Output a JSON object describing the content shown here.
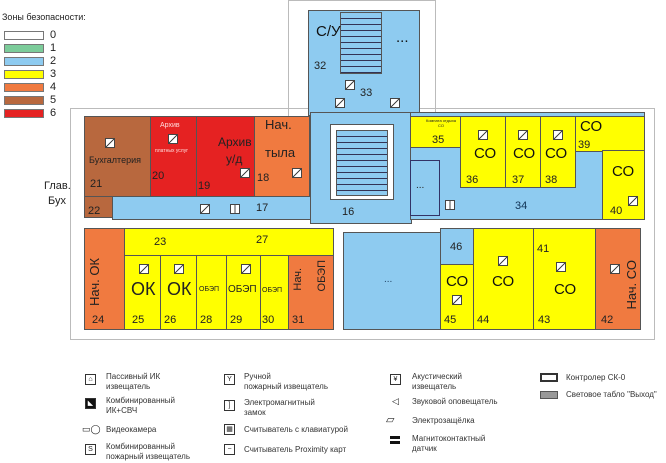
{
  "zones_legend": {
    "title": "Зоны безопасности:",
    "items": [
      {
        "label": "0",
        "color": "#ffffff"
      },
      {
        "label": "1",
        "color": "#7ccc9a"
      },
      {
        "label": "2",
        "color": "#8ecbf0"
      },
      {
        "label": "3",
        "color": "#ffff00"
      },
      {
        "label": "4",
        "color": "#f07a40"
      },
      {
        "label": "5",
        "color": "#b8683e"
      },
      {
        "label": "6",
        "color": "#e52222"
      }
    ]
  },
  "rooms": {
    "r32": {
      "num": "32",
      "name": "С/У"
    },
    "r33": {
      "num": "33"
    },
    "tower_dots": "...",
    "r21": {
      "num": "21",
      "name": "Бухгалтерия"
    },
    "r20": {
      "num": "20",
      "name_top": "Архив",
      "name_small": "платных услуг"
    },
    "r19": {
      "num": "19",
      "name1": "Архив",
      "name2": "у/д"
    },
    "r18": {
      "num": "18",
      "name1": "Нач.",
      "name2": "тыла"
    },
    "r22": {
      "num": "22",
      "name1": "Глав.",
      "name2": "Бух"
    },
    "r17": {
      "num": "17"
    },
    "r16": {
      "num": "16"
    },
    "r35": {
      "num": "35",
      "name": "Комната отдыха СО"
    },
    "r36": {
      "num": "36",
      "name": "СО"
    },
    "r37": {
      "num": "37",
      "name": "СО"
    },
    "r38": {
      "num": "38",
      "name": "СО"
    },
    "r39": {
      "num": "39",
      "name": "СО"
    },
    "r40": {
      "num": "40",
      "name": "СО"
    },
    "r34": {
      "num": "34"
    },
    "mid_dots": "...",
    "r24": {
      "num": "24",
      "name": "Нач. ОК"
    },
    "r23": {
      "num": "23"
    },
    "r27": {
      "num": "27"
    },
    "r25": {
      "num": "25",
      "name": "ОК"
    },
    "r26": {
      "num": "26",
      "name": "ОК"
    },
    "r28": {
      "num": "28",
      "name": "ОБЭП"
    },
    "r29": {
      "num": "29",
      "name": "ОБЭП"
    },
    "r30": {
      "num": "30",
      "name": "ОБЭП"
    },
    "r31": {
      "num": "31",
      "name1": "Нач.",
      "name2": "ОБЭП"
    },
    "big_dots": "...",
    "r46": {
      "num": "46"
    },
    "r45": {
      "num": "45",
      "name": "СО"
    },
    "r44": {
      "num": "44",
      "name": "СО"
    },
    "r43": {
      "num": "43",
      "name": "СО"
    },
    "r41": {
      "num": "41"
    },
    "r42": {
      "num": "42",
      "name": "Нач. СО"
    }
  },
  "legend": [
    {
      "icon": "passive-ir-icon",
      "glyph": "⌂",
      "label1": "Пассивный ИК",
      "label2": "извещатель"
    },
    {
      "icon": "combined-ir-microwave-icon",
      "glyph": "◣",
      "label1": "Комбинированный",
      "label2": "ИК+СВЧ"
    },
    {
      "icon": "camera-icon",
      "glyph": "▭◯",
      "label1": "Видеокамера",
      "label2": ""
    },
    {
      "icon": "combined-fire-detector-icon",
      "glyph": "S",
      "label1": "Комбинированный",
      "label2": "пожарный извещатель"
    },
    {
      "icon": "manual-fire-alarm-icon",
      "glyph": "Y",
      "label1": "Ручной",
      "label2": "пожарный извещатель"
    },
    {
      "icon": "electromagnetic-lock-icon",
      "glyph": "]",
      "label1": "Электромагнитный",
      "label2": "замок"
    },
    {
      "icon": "keypad-reader-icon",
      "glyph": "▦",
      "label1": "Считыватель с клавиатурой",
      "label2": ""
    },
    {
      "icon": "proximity-reader-icon",
      "glyph": "−",
      "label1": "Считыватель Proximity карт",
      "label2": ""
    },
    {
      "icon": "acoustic-detector-icon",
      "glyph": "¥",
      "label1": "Акустический",
      "label2": "извещатель"
    },
    {
      "icon": "siren-icon",
      "glyph": "◁",
      "label1": "Звуковой оповещатель",
      "label2": ""
    },
    {
      "icon": "electric-latch-icon",
      "glyph": "▱",
      "label1": "Электрозащёлка",
      "label2": ""
    },
    {
      "icon": "magnetic-contact-icon",
      "glyph": "▬",
      "label1": "Магнитоконтактный",
      "label2": "датчик"
    },
    {
      "icon": "controller-icon",
      "glyph": "▭",
      "label1": "Контролер СК-0",
      "label2": ""
    },
    {
      "icon": "exit-sign-icon",
      "glyph": "▭",
      "label1": "Световое табло \"Выход\"",
      "label2": ""
    }
  ]
}
